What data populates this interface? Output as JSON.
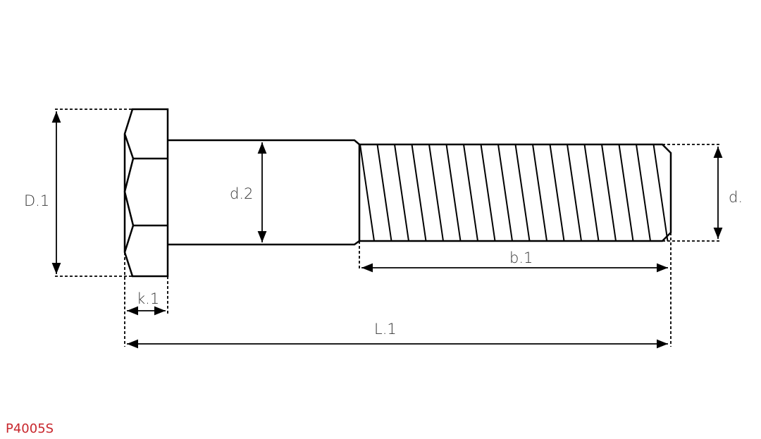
{
  "part_code": "P4005S",
  "colors": {
    "outline": "#000000",
    "dimension_text": "#333333",
    "part_code": "#c8262c"
  },
  "dimensions": {
    "head_diameter": "D.1",
    "head_height": "k.1",
    "shank_diameter": "d.2",
    "thread_diameter": "d.",
    "thread_length": "b.1",
    "total_length": "L.1"
  }
}
